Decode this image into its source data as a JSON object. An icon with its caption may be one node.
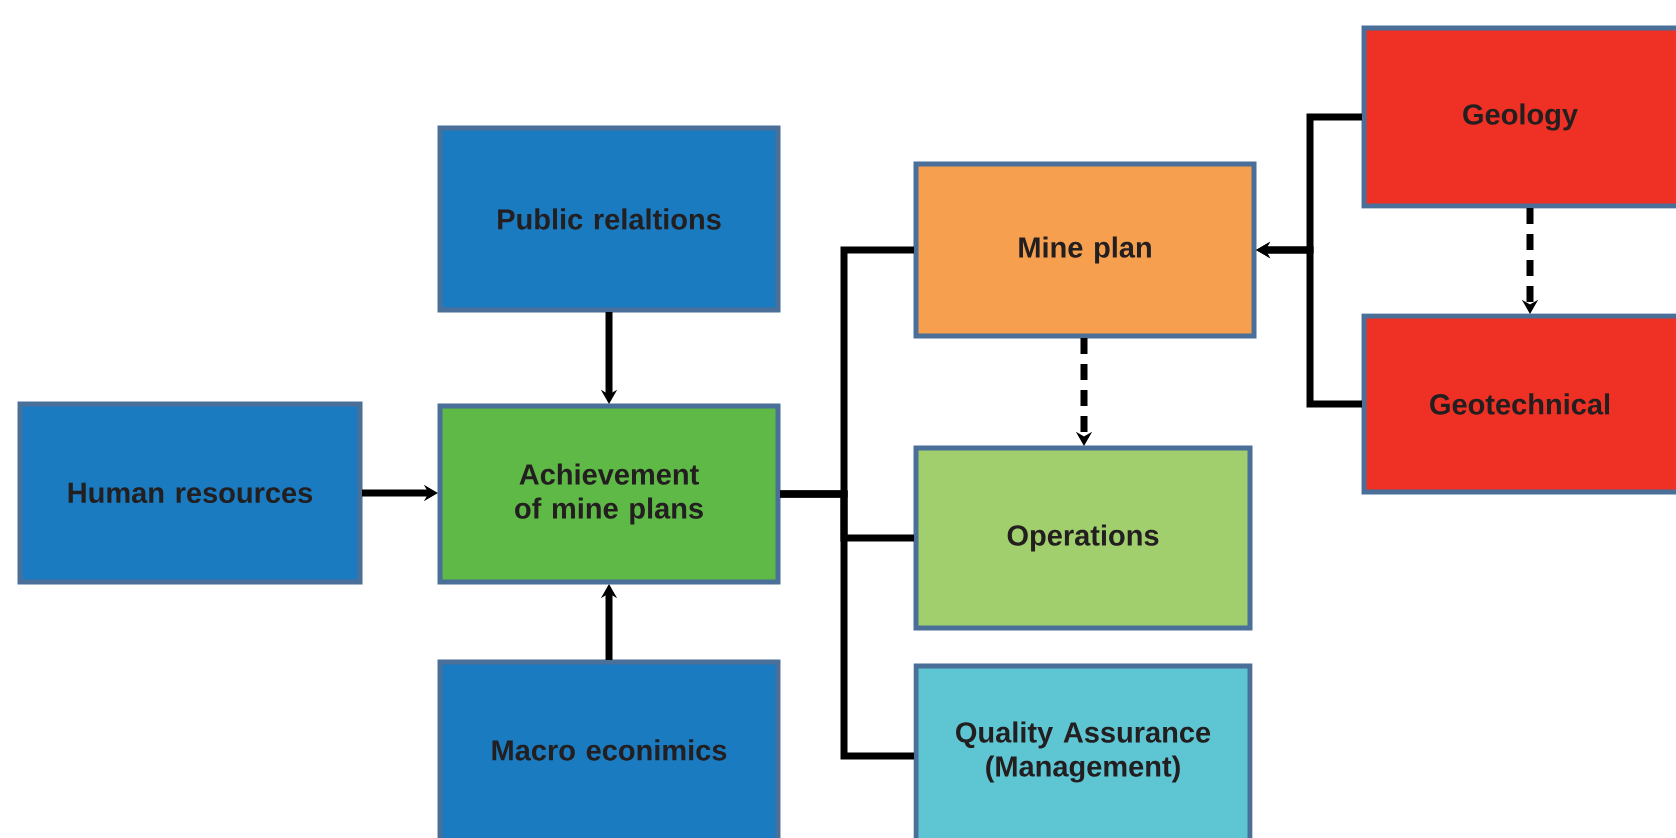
{
  "diagram": {
    "nodes": [
      {
        "text": [
          "Public relaltions"
        ]
      },
      {
        "text": [
          "Human resources"
        ]
      },
      {
        "text": [
          "Achievement of mine plans"
        ]
      },
      {
        "text": [
          "Macro econimics"
        ]
      },
      {
        "text": [
          "Mine plan"
        ]
      },
      {
        "text": [
          "Operations"
        ]
      },
      {
        "text": [
          "Quality Assurance (Management)"
        ]
      },
      {
        "text": [
          "Geology"
        ]
      },
      {
        "text": [
          "Geotechnical"
        ]
      }
    ],
    "edges": [
      {
        "from": 0,
        "to": 2,
        "arrow": "to"
      },
      {
        "from": 1,
        "to": 2,
        "arrow": "to"
      },
      {
        "from": 3,
        "to": 2,
        "arrow": "to"
      },
      {
        "from": 2,
        "to": 4,
        "arrow": "none"
      },
      {
        "from": 2,
        "to": 5,
        "arrow": "none"
      },
      {
        "from": 2,
        "to": 6,
        "arrow": "none"
      },
      {
        "from": 4,
        "to": 5,
        "arrow": "to",
        "style": "dashed"
      },
      {
        "from": 7,
        "to": 4,
        "arrow": "to"
      },
      {
        "from": 8,
        "to": 4,
        "arrow": "to"
      },
      {
        "from": 7,
        "to": 8,
        "arrow": "to",
        "style": "dashed"
      }
    ]
  }
}
